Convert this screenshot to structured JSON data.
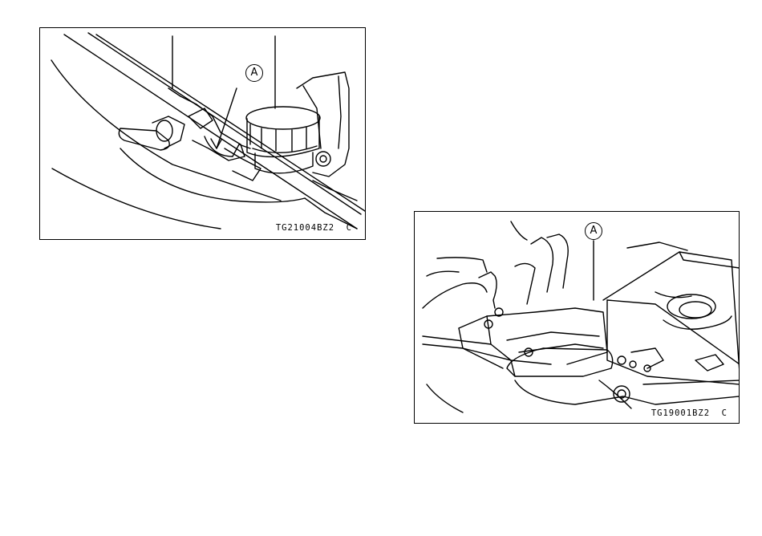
{
  "figures": [
    {
      "callout": "A",
      "code": "TG21004BZ2  C"
    },
    {
      "callout": "A",
      "code": "TG19001BZ2  C"
    }
  ]
}
